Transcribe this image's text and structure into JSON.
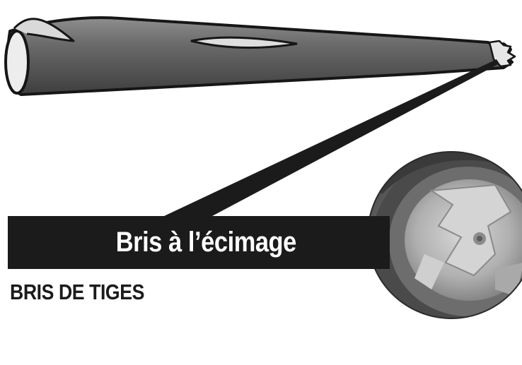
{
  "banner": {
    "label": "Bris à l’écimage"
  },
  "section": {
    "title": "BRIS DE TIGES"
  },
  "illustration": {
    "subject": "broken-stem",
    "detail": "stem-cross-section-photo",
    "colors": {
      "stem": "#5e5e5e",
      "stem_outline": "#161616",
      "banner": "#1b1b1b",
      "photo_bark": "#4a4a4a",
      "photo_core": "#bdbdbd"
    }
  }
}
